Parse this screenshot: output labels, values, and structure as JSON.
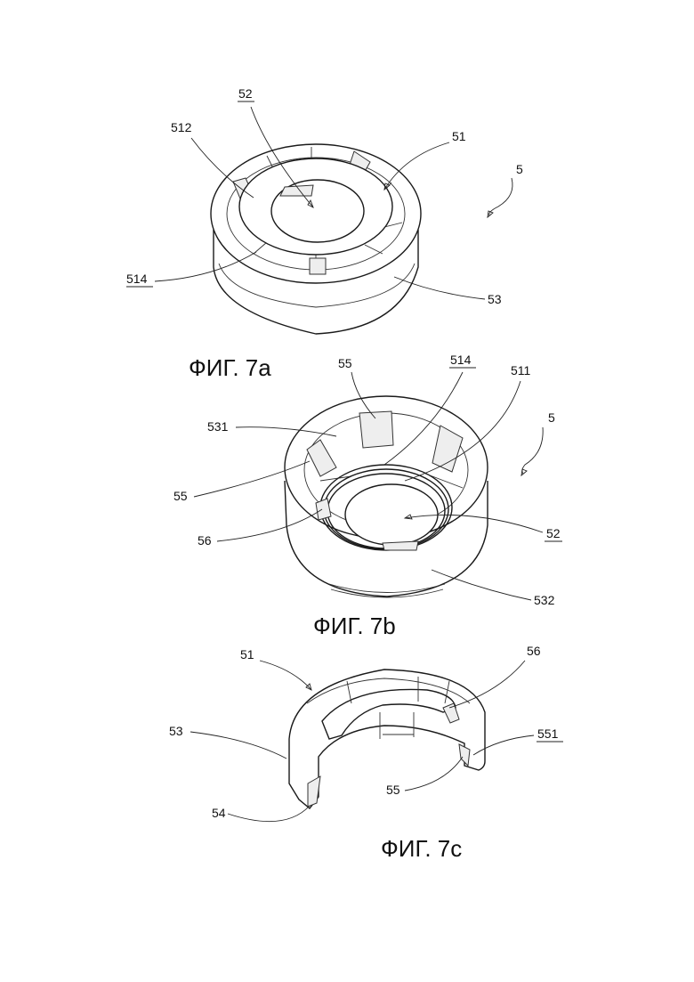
{
  "figures": [
    {
      "caption": "ФИГ. 7a",
      "labels": {
        "l52": "52",
        "l512": "512",
        "l51": "51",
        "l5": "5",
        "l514": "514",
        "l53": "53"
      }
    },
    {
      "caption": "ФИГ. 7b",
      "labels": {
        "l55a": "55",
        "l514": "514",
        "l511": "511",
        "l531": "531",
        "l5": "5",
        "l55b": "55",
        "l52": "52",
        "l56": "56",
        "l532": "532"
      }
    },
    {
      "caption": "ФИГ. 7c",
      "labels": {
        "l51": "51",
        "l56": "56",
        "l53": "53",
        "l551": "551",
        "l55": "55",
        "l54": "54"
      }
    }
  ]
}
